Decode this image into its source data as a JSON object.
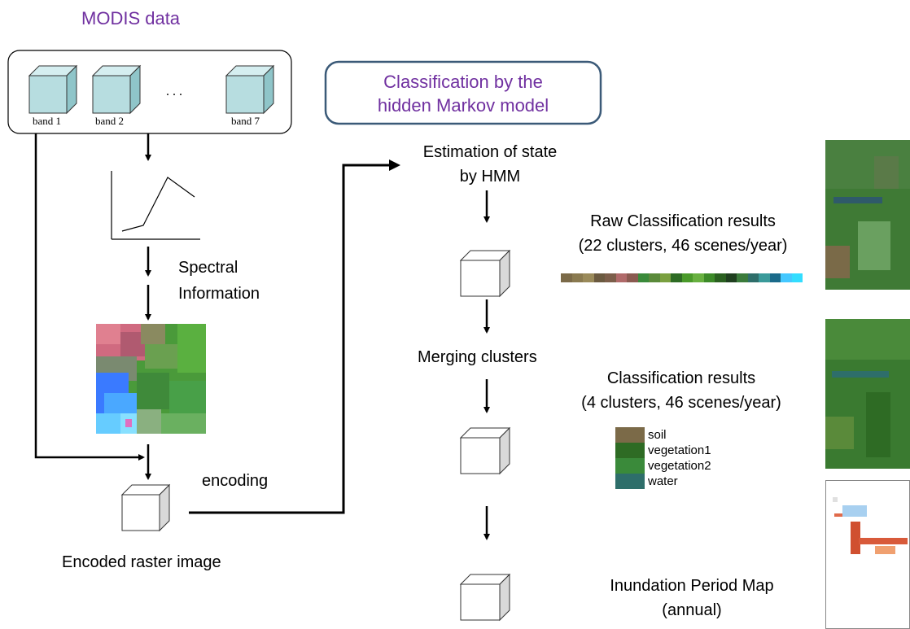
{
  "title": "MODIS data",
  "bands": [
    "band 1",
    "band 2",
    "band 7"
  ],
  "band_ellipsis": ". . .",
  "hmm_box": {
    "line1": "Classification by the",
    "line2": "hidden Markov model"
  },
  "estimation": {
    "line1": "Estimation of state",
    "line2": "by HMM"
  },
  "spectral": {
    "line1": "Spectral",
    "line2": "Information"
  },
  "encoding_label": "encoding",
  "encoded_label": "Encoded raster image",
  "raw_results": {
    "line1": "Raw Classification results",
    "line2": "(22 clusters, 46 scenes/year)"
  },
  "merging_label": "Merging clusters",
  "class_results": {
    "line1": "Classification results",
    "line2": "(4 clusters, 46 scenes/year)"
  },
  "legend": [
    {
      "label": "soil",
      "color": "#7b6a48"
    },
    {
      "label": "vegetation1",
      "color": "#2e6b24"
    },
    {
      "label": "vegetation2",
      "color": "#3a8a3a"
    },
    {
      "label": "water",
      "color": "#2e6e6a"
    }
  ],
  "raw_cluster_colors": [
    "#7b6a48",
    "#8a7a50",
    "#9a8a5a",
    "#6b5a40",
    "#7c5e4a",
    "#b06a6a",
    "#8a5a50",
    "#3a8a3a",
    "#5a8a3a",
    "#7aa040",
    "#2e6b24",
    "#4a9a2a",
    "#68b040",
    "#3c8a28",
    "#2a6020",
    "#1f3f1f",
    "#3b7b3b",
    "#2e6e6a",
    "#3a9a9a",
    "#1a6a8a",
    "#44c8ff",
    "#33ddff"
  ],
  "inundation": {
    "line1": "Inundation Period Map",
    "line2": "(annual)"
  },
  "colors": {
    "purple": "#7030a0",
    "box_border": "#3b5a78"
  }
}
